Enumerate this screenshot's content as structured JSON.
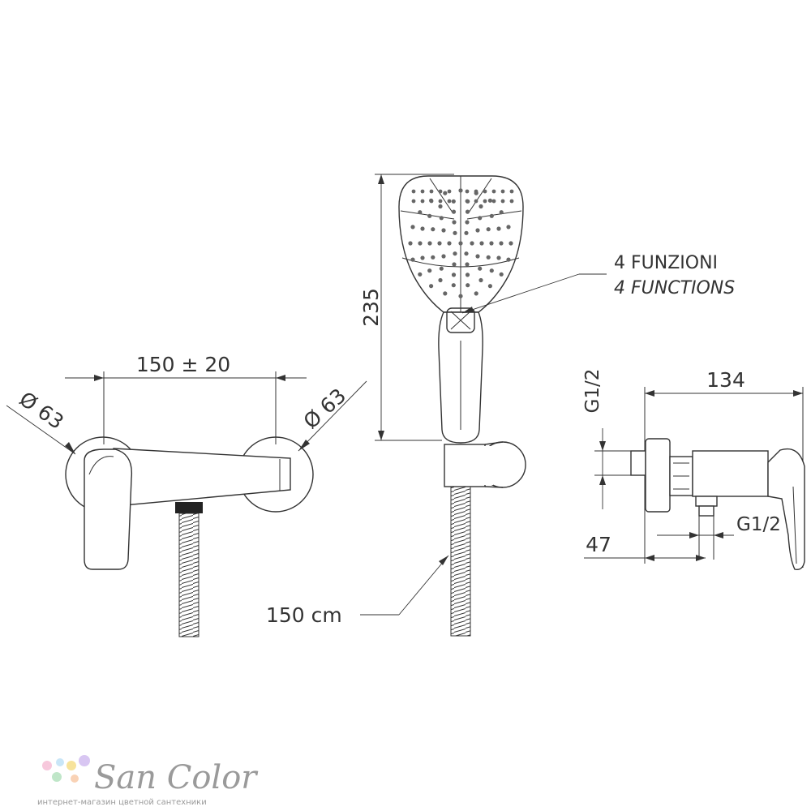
{
  "labels": {
    "width_dim": "150 ± 20",
    "diameter_left": "Ø 63",
    "diameter_right": "Ø 63",
    "height_dim": "235",
    "functions_it": "4 FUNZIONI",
    "functions_en": "4 FUNCTIONS",
    "hose_length": "150 cm",
    "side_width": "134",
    "thread_top": "G1/2",
    "thread_right": "G1/2",
    "offset_dim": "47"
  },
  "brand": {
    "name": "San Color",
    "tagline": "интернет-магазин цветной сантехники",
    "dot_colors": [
      "#f7c8dc",
      "#c9e6f7",
      "#f7e39b",
      "#d8c6f2",
      "#bfe6c8",
      "#f9d2b5"
    ]
  },
  "colors": {
    "line": "#333333",
    "brand_text": "#9a9a9a"
  }
}
